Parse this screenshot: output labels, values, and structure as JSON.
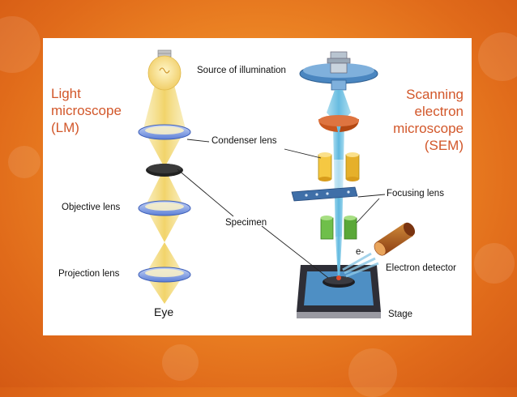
{
  "lm_title": [
    "Light",
    "microscope",
    "(LM)"
  ],
  "sem_title": [
    "Scanning",
    "electron",
    "microscope",
    "(SEM)"
  ],
  "labels": {
    "source": "Source of illumination",
    "condenser": "Condenser lens",
    "focusing": "Focusing lens",
    "objective": "Objective lens",
    "specimen": "Specimen",
    "electron_label": "e-",
    "detector": "Electron detector",
    "projection": "Projection lens",
    "eye": "Eye",
    "stage": "Stage"
  },
  "colors": {
    "title": "#d2572a",
    "light_beam": "#f3dc7a",
    "electron_beam": "#7cc9e6",
    "lens": "#7a9be0",
    "background": "#ec8424"
  }
}
